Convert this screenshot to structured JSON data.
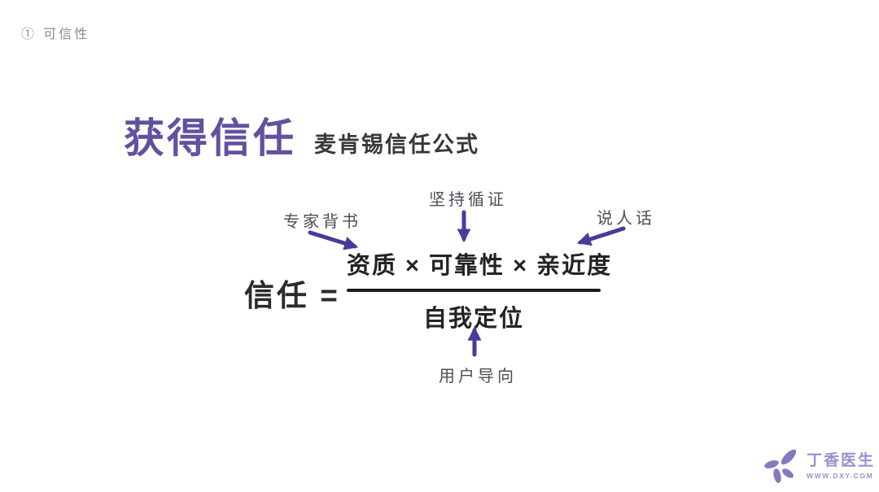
{
  "slide": {
    "background": "#ffffff",
    "header": {
      "section_label": "① 可信性"
    },
    "title": {
      "main": "获得信任",
      "subtitle": "麦肯锡信任公式"
    },
    "formula": {
      "lhs": "信任 =",
      "numerator": "资质 × 可靠性 × 亲近度",
      "denominator": "自我定位"
    },
    "annotations": [
      {
        "label": "专家背书",
        "points_to": "资质",
        "arrow_direction": "down-right"
      },
      {
        "label": "坚持循证",
        "points_to": "可靠性",
        "arrow_direction": "down"
      },
      {
        "label": "说人话",
        "points_to": "亲近度",
        "arrow_direction": "down-left"
      },
      {
        "label": "用户导向",
        "points_to": "自我定位",
        "arrow_direction": "up"
      }
    ],
    "logo": {
      "brand": "丁香医生",
      "url": "WWW.DXY.COM",
      "icon": "clover-flower-icon"
    },
    "colors": {
      "title_purple": "#63519f",
      "arrow_purple": "#4b3a99",
      "formula_text": "#2b2b2e",
      "annotation_text": "#4d4d55",
      "header_gray": "#8b8b93",
      "logo_purple": "#9b90cf"
    }
  }
}
